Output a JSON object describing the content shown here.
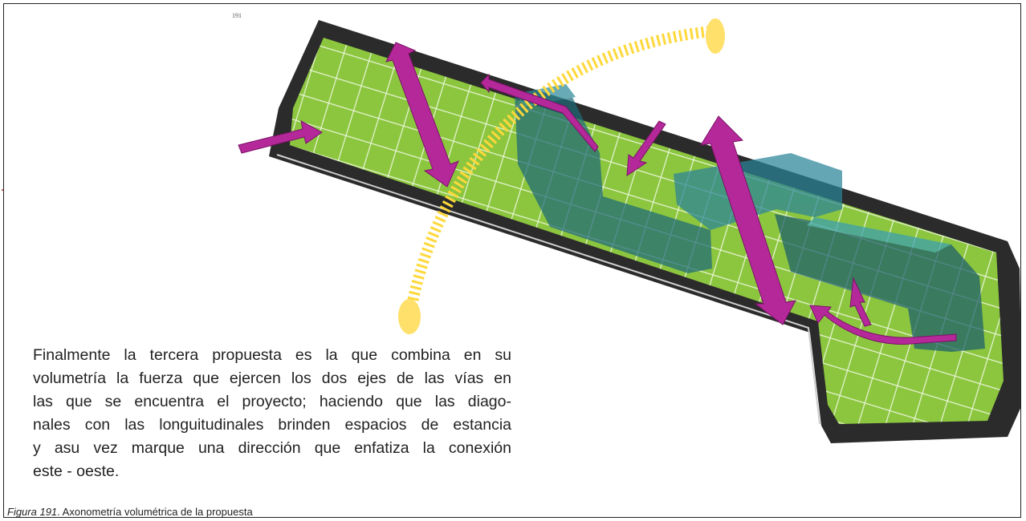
{
  "page": {
    "page_number": "191"
  },
  "figure": {
    "description_icon": "axonometric-site-diagram",
    "colors": {
      "ground": "#8cc63f",
      "base": "#2b2b2b",
      "volumes": "#1e6a78",
      "arrows": "#b5289a",
      "sun_path": "#ffd83a"
    }
  },
  "text": {
    "paragraph_lines": [
      "Finalmente la tercera propuesta es la que combina en su",
      "volumetría la fuerza que ejercen los dos ejes de las vías en",
      "las que se encuentra el proyecto; haciendo que las diago-",
      "nales con las longuitudinales brinden espacios de estancia",
      "y asu vez marque una dirección que enfatiza la conexión",
      "este - oeste."
    ]
  },
  "caption": {
    "label": "Figura 191",
    "text": ". Axonometría volumétrica de la propuesta"
  }
}
